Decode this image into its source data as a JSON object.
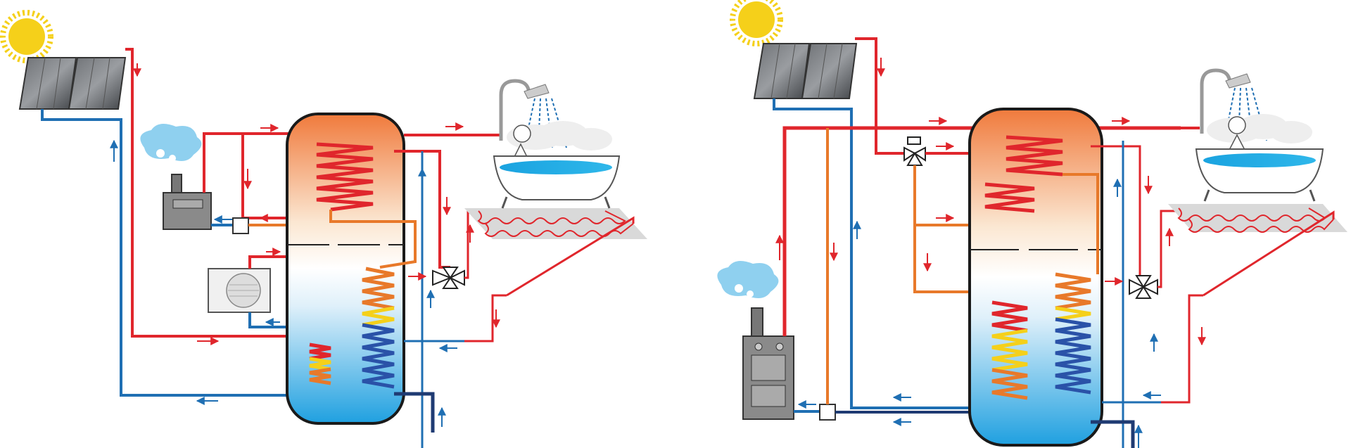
{
  "figure": {
    "panels": [
      {
        "id": "left",
        "heat_sources": [
          "solar-collectors",
          "gas-boiler",
          "heat-pump"
        ],
        "consumers": [
          "bathtub-shower",
          "floor-heating"
        ]
      },
      {
        "id": "right",
        "heat_sources": [
          "solar-collectors",
          "solid-fuel-boiler"
        ],
        "consumers": [
          "bathtub-shower",
          "floor-heating"
        ]
      }
    ],
    "colors": {
      "hot_pipe": "#e0262c",
      "cold_pipe": "#1f6fb3",
      "warm_pipe": "#e8792a",
      "dark_pipe": "#1f3b73",
      "tank_top": "#f08a4b",
      "tank_bottom": "#2aa5e0",
      "floor_coil": "#e0262c",
      "sun": "#f5d01a",
      "smoke": "#8fd0ef"
    }
  }
}
